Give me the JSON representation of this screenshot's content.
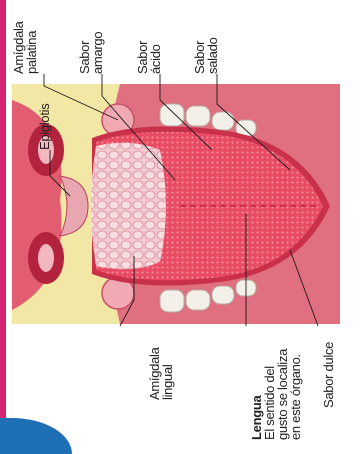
{
  "labels": {
    "amigdala_palatina": [
      "Amígdala",
      "palatina"
    ],
    "sabor_amargo": [
      "Sabor",
      "amargo"
    ],
    "sabor_acido": [
      "Sabor",
      "ácido"
    ],
    "sabor_salado": [
      "Sabor",
      "salado"
    ],
    "epiglotis": "Epiglotis",
    "amigdala_lingual": [
      "Amígdala",
      "lingual"
    ],
    "lengua": {
      "title": "Lengua",
      "description": [
        "El sentido del",
        "gusto se localiza",
        "en este órgano."
      ]
    },
    "sabor_dulce": "Sabor dulce"
  },
  "colors": {
    "accent_bar": "#d52473",
    "tongue": "#e84b63",
    "tongue_shadow": "#c93049",
    "papillae": "#f4c9cf",
    "gum": "#d85a6c",
    "bone": "#f3e7a5",
    "teeth": "#f3f0ea",
    "badge": "#1f6fb5"
  }
}
